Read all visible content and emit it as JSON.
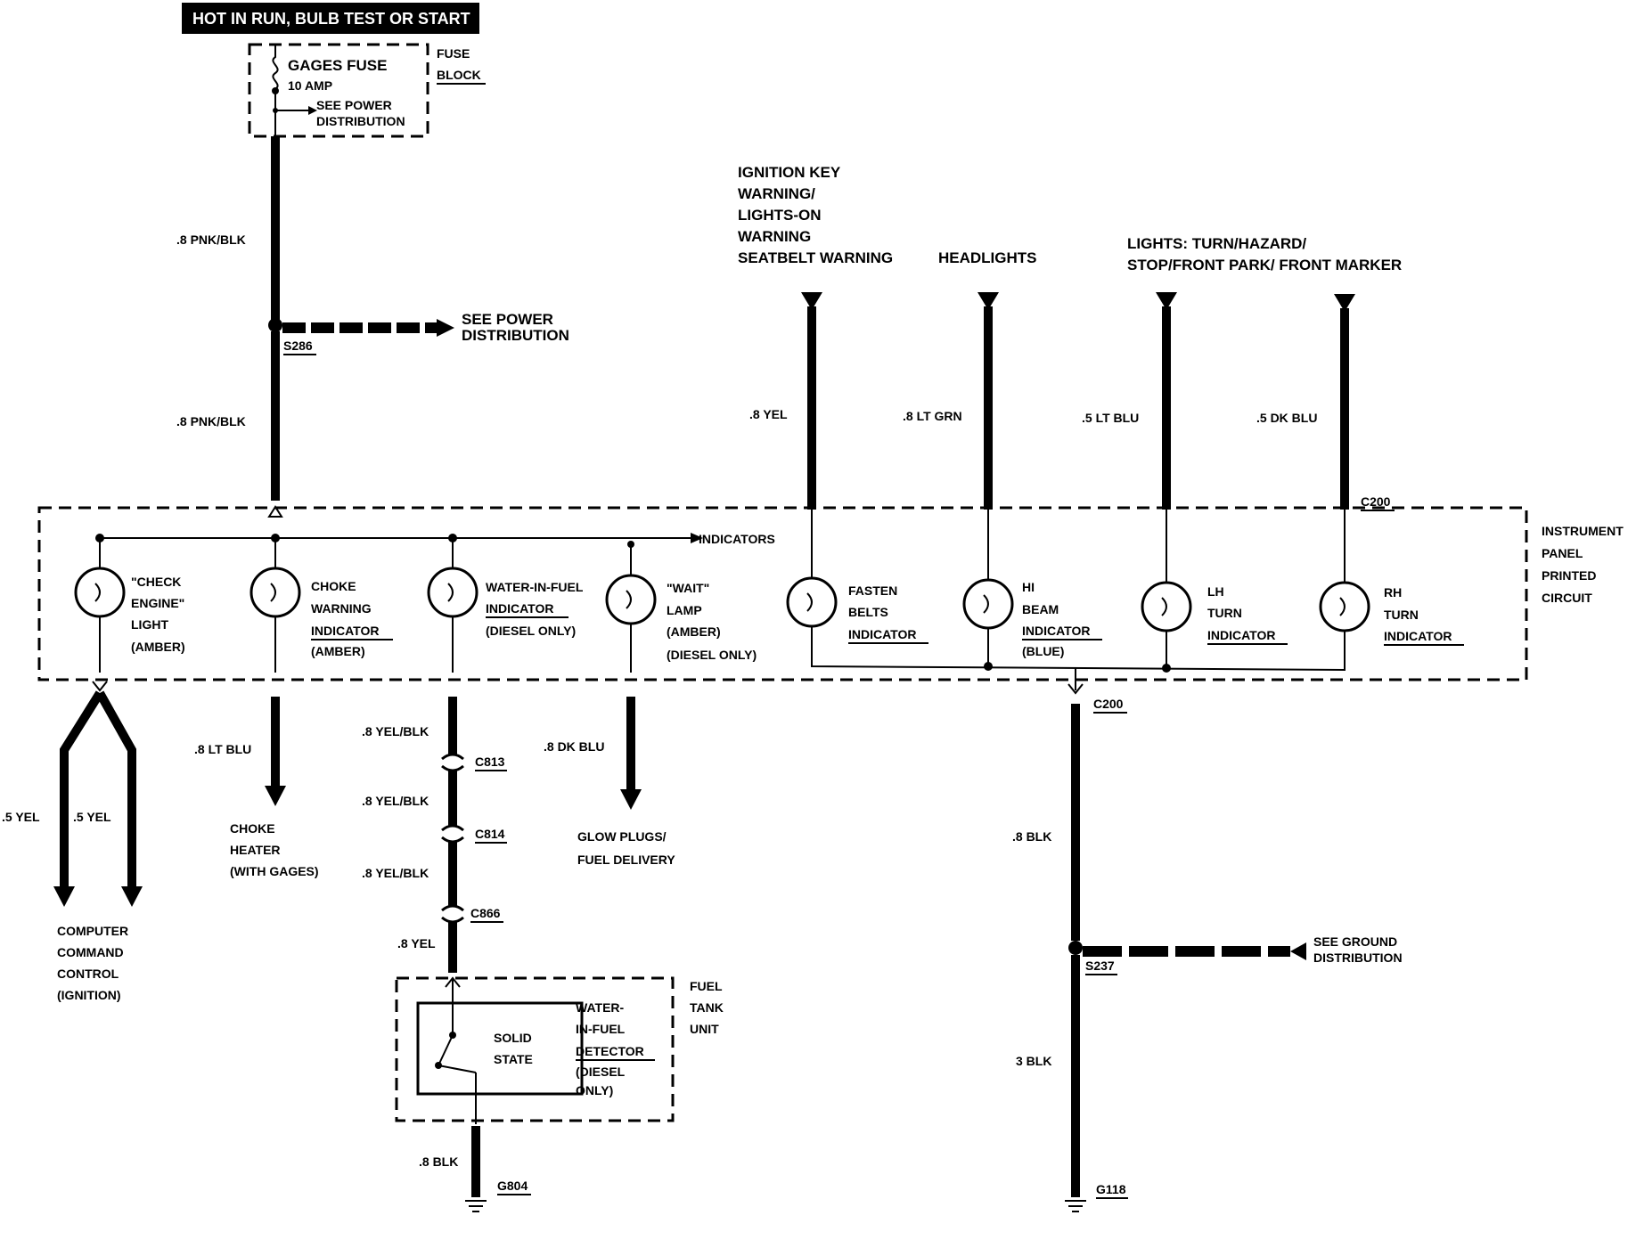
{
  "header": {
    "title": "HOT IN RUN,   BULB TEST OR START"
  },
  "fuse_block": {
    "fuse_name": "GAGES FUSE",
    "fuse_rating": "10 AMP",
    "see_power_1": "SEE POWER",
    "see_power_2": "DISTRIBUTION",
    "block_label_1": "FUSE",
    "block_label_2": "BLOCK"
  },
  "wires": {
    "feed_top": ".8 PNK/BLK",
    "feed_bottom": ".8 PNK/BLK",
    "yel_top": ".8 YEL",
    "lt_grn": ".8 LT GRN",
    "lt_blu_top": ".5 LT BLU",
    "dk_blu_top": ".5 DK BLU",
    "yel_left_a": ".5 YEL",
    "yel_left_b": ".5 YEL",
    "choke_out": ".8 LT BLU",
    "wif_1": ".8 YEL/BLK",
    "wif_2": ".8 YEL/BLK",
    "wif_3": ".8 YEL/BLK",
    "wif_4": ".8 YEL",
    "glow": ".8 DK BLU",
    "ground_a": ".8 BLK",
    "ground_b": "3 BLK",
    "tank_ground": ".8 BLK"
  },
  "splices": {
    "s286": "S286",
    "s237": "S237",
    "see_power_1": "SEE POWER",
    "see_power_2": "DISTRIBUTION",
    "see_ground_1": "SEE GROUND",
    "see_ground_2": "DISTRIBUTION"
  },
  "connectors": {
    "c200_top": "C200",
    "c200_bottom": "C200",
    "c813": "C813",
    "c814": "C814",
    "c866": "C866",
    "g804": "G804",
    "g118": "G118"
  },
  "sources": {
    "ign_1": "IGNITION KEY",
    "ign_2": "WARNING/",
    "ign_3": "LIGHTS-ON",
    "ign_4": "WARNING",
    "ign_5": "SEATBELT WARNING",
    "headlights": "HEADLIGHTS",
    "lights_1": "LIGHTS: TURN/HAZARD/",
    "lights_2": "STOP/FRONT PARK/ FRONT MARKER"
  },
  "panel": {
    "label_1": "INSTRUMENT",
    "label_2": "PANEL",
    "label_3": "PRINTED",
    "label_4": "CIRCUIT",
    "indicators_arrow": "INDICATORS"
  },
  "lamps": {
    "check_1": "\"CHECK",
    "check_2": "ENGINE\"",
    "check_3": "LIGHT",
    "check_4": "(AMBER)",
    "choke_1": "CHOKE",
    "choke_2": "WARNING",
    "choke_3": "INDICATOR",
    "choke_4": "(AMBER)",
    "wif_1": "WATER-IN-FUEL",
    "wif_2": "INDICATOR",
    "wif_3": "(DIESEL ONLY)",
    "wait_1": "\"WAIT\"",
    "wait_2": "LAMP",
    "wait_3": "(AMBER)",
    "wait_4": "(DIESEL ONLY)",
    "belts_1": "FASTEN",
    "belts_2": "BELTS",
    "belts_3": "INDICATOR",
    "hibeam_1": "HI",
    "hibeam_2": "BEAM",
    "hibeam_3": "INDICATOR",
    "hibeam_4": "(BLUE)",
    "lh_1": "LH",
    "lh_2": "TURN",
    "lh_3": "INDICATOR",
    "rh_1": "RH",
    "rh_2": "TURN",
    "rh_3": "INDICATOR"
  },
  "destinations": {
    "ccc_1": "COMPUTER",
    "ccc_2": "COMMAND",
    "ccc_3": "CONTROL",
    "ccc_4": "(IGNITION)",
    "choke_1": "CHOKE",
    "choke_2": "HEATER",
    "choke_3": "(WITH GAGES)",
    "glow_1": "GLOW PLUGS/",
    "glow_2": "FUEL DELIVERY"
  },
  "tank": {
    "solid_1": "SOLID",
    "solid_2": "STATE",
    "det_1": "WATER-",
    "det_2": "IN-FUEL",
    "det_3": "DETECTOR",
    "det_4": "(DIESEL",
    "det_5": "ONLY)",
    "unit_1": "FUEL",
    "unit_2": "TANK",
    "unit_3": "UNIT"
  }
}
